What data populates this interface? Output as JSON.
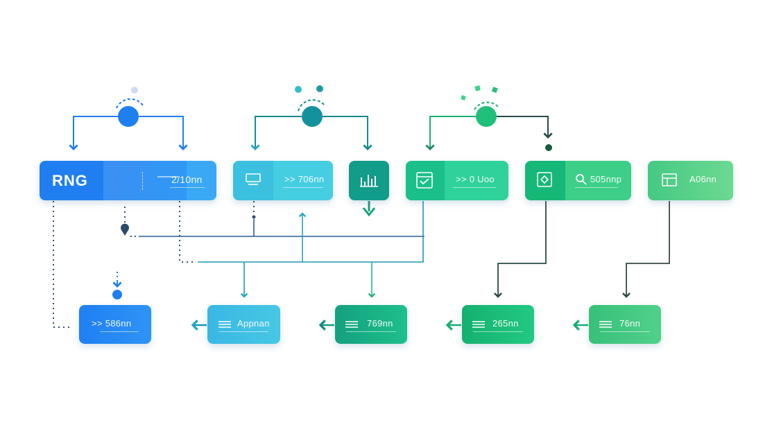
{
  "top_nodes": [
    {
      "id": "t1",
      "title": "RNG",
      "value": "2/10nn",
      "from": "#1f7ff0",
      "to": "#3aa8f5"
    },
    {
      "id": "t2",
      "value": ">> 706nn",
      "from": "#3cc0e0",
      "to": "#45cde2"
    },
    {
      "id": "t3",
      "from": "#129c8a",
      "to": "#17a993"
    },
    {
      "id": "t4",
      "value": ">> 0 Uoo",
      "from": "#1bbf8a",
      "to": "#2fd29a"
    },
    {
      "id": "t5",
      "value": "505nnp",
      "from": "#16b877",
      "to": "#3dcf88"
    },
    {
      "id": "t6",
      "value": "A06nn",
      "from": "#45c983",
      "to": "#6cd991"
    }
  ],
  "bottom_nodes": [
    {
      "id": "b1",
      "value": ">> 586nn",
      "from": "#1f80f2",
      "to": "#2e93f5"
    },
    {
      "id": "b2",
      "value": "Appnan",
      "from": "#3ab7e4",
      "to": "#46c8e4"
    },
    {
      "id": "b3",
      "value": "769nn",
      "from": "#14a07f",
      "to": "#1ec08c"
    },
    {
      "id": "b4",
      "value": "265nn",
      "from": "#15b070",
      "to": "#22c982"
    },
    {
      "id": "b5",
      "value": "76nn",
      "from": "#38c079",
      "to": "#50d18a"
    }
  ],
  "colors": {
    "blue": "#1f7ff0",
    "navy": "#2c5687",
    "cyan": "#22a6c6",
    "teal": "#128c8a",
    "green": "#19b072",
    "dark": "#2a4a48"
  }
}
